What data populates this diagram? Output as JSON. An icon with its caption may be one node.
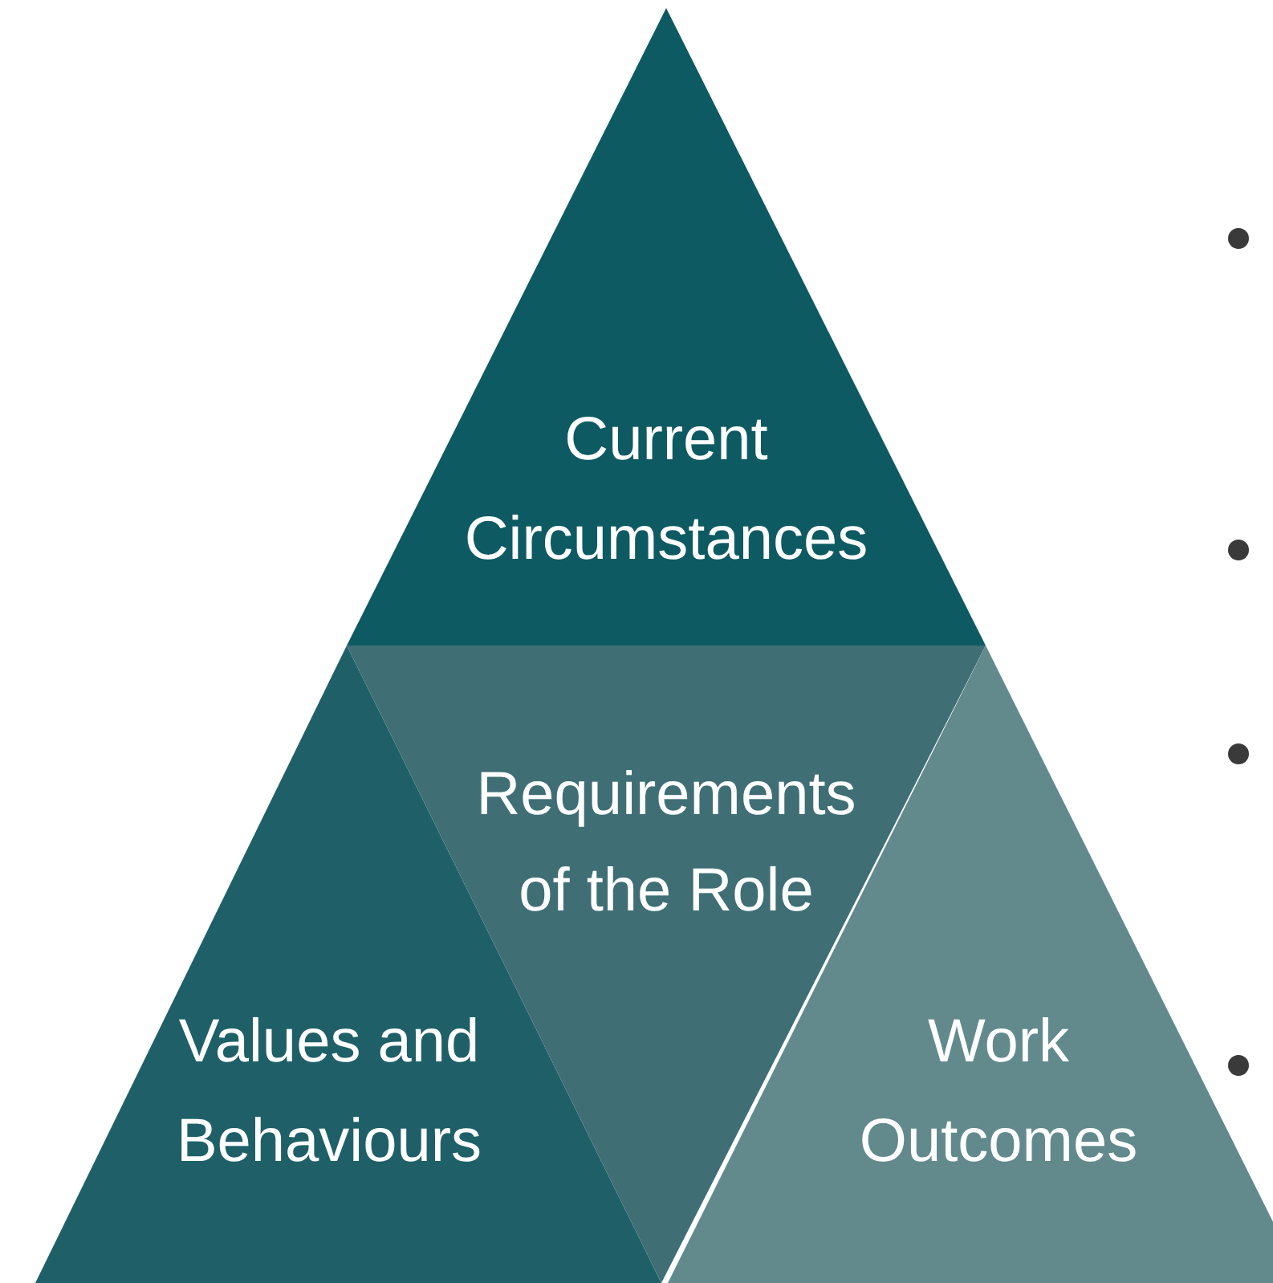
{
  "diagram": {
    "nodes": [
      {
        "text": [
          "Current Circumstances"
        ]
      },
      {
        "text": [
          "Requirements of the Role"
        ]
      },
      {
        "text": [
          "Values and Behaviours"
        ]
      },
      {
        "text": [
          "Work Outcomes"
        ]
      }
    ]
  }
}
